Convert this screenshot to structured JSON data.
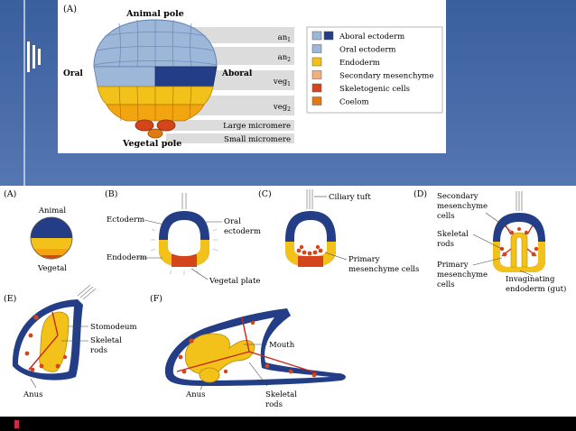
{
  "top_figure": {
    "panel": "(A)",
    "animal_pole": "Animal pole",
    "vegetal_pole": "Vegetal pole",
    "oral": "Oral",
    "aboral": "Aboral",
    "tiers": [
      "an1",
      "an2",
      "veg1",
      "veg2"
    ],
    "tier_base": [
      "an",
      "an",
      "veg",
      "veg"
    ],
    "tier_sub": [
      "1",
      "2",
      "1",
      "2"
    ],
    "large_micromere": "Large micromere",
    "small_micromere": "Small micromere",
    "legend": [
      {
        "label": "Aboral ectoderm",
        "colors": [
          "#9db7d9",
          "#233e86"
        ]
      },
      {
        "label": "Oral ectoderm",
        "colors": [
          "#9db7d9"
        ]
      },
      {
        "label": "Endoderm",
        "colors": [
          "#f3c21a"
        ]
      },
      {
        "label": "Secondary mesenchyme",
        "colors": [
          "#f2b080"
        ]
      },
      {
        "label": "Skeletogenic cells",
        "colors": [
          "#d4451c"
        ]
      },
      {
        "label": "Coelom",
        "colors": [
          "#e07a12"
        ]
      }
    ]
  },
  "panel_a": {
    "letter": "(A)",
    "animal": "Animal",
    "vegetal": "Vegetal"
  },
  "panel_b": {
    "letter": "(B)",
    "ectoderm": "Ectoderm",
    "oral_line1": "Oral",
    "oral_line2": "ectoderm",
    "endoderm": "Endoderm",
    "vegetal_plate": "Vegetal plate"
  },
  "panel_c": {
    "letter": "(C)",
    "ciliary_tuft": "Ciliary tuft",
    "pmc_line1": "Primary",
    "pmc_line2": "mesenchyme cells"
  },
  "panel_d": {
    "letter": "(D)",
    "sm1": "Secondary",
    "sm2": "mesenchyme",
    "sm3": "cells",
    "sk1": "Skeletal",
    "sk2": "rods",
    "pm1": "Primary",
    "pm2": "mesenchyme",
    "pm3": "cells",
    "ie1": "Invaginating",
    "ie2": "endoderm (gut)"
  },
  "panel_e": {
    "letter": "(E)",
    "stomodeum": "Stomodeum",
    "sk1": "Skeletal",
    "sk2": "rods",
    "anus": "Anus"
  },
  "panel_f": {
    "letter": "(F)",
    "mouth": "Mouth",
    "anus": "Anus",
    "sk1": "Skeletal",
    "sk2": "rods"
  }
}
